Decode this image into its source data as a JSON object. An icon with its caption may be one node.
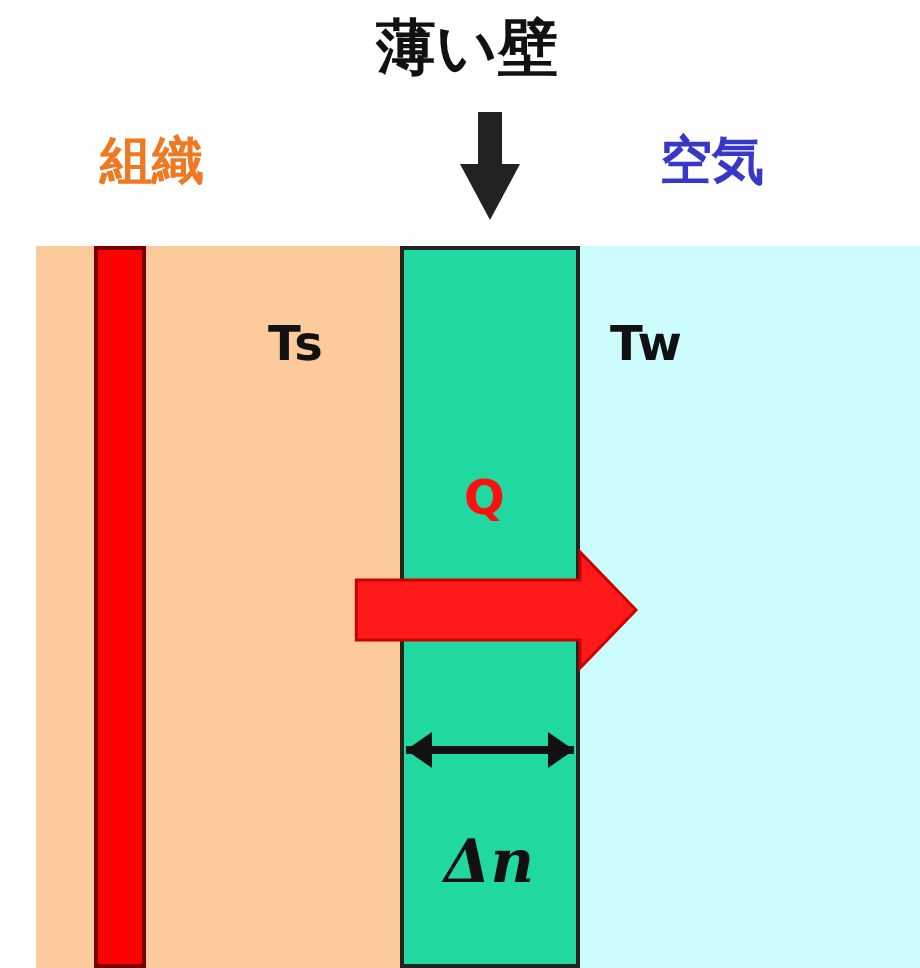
{
  "diagram": {
    "nodes": [
      {
        "text": [
          "組織",
          "Ts"
        ]
      },
      {
        "text": [],
        "shape": "bar",
        "in": 0
      },
      {
        "text": [
          "Q",
          "Δn"
        ]
      },
      {
        "text": [
          "空気",
          "Tw"
        ]
      },
      {
        "text": [
          "薄い壁"
        ]
      }
    ],
    "edges": [
      {
        "from": 4,
        "to": 2,
        "arrow": "to",
        "style": "thick"
      },
      {
        "from": 0,
        "to": 3,
        "arrow": "to",
        "style": "thick",
        "color": "#ff1a1a"
      }
    ]
  }
}
